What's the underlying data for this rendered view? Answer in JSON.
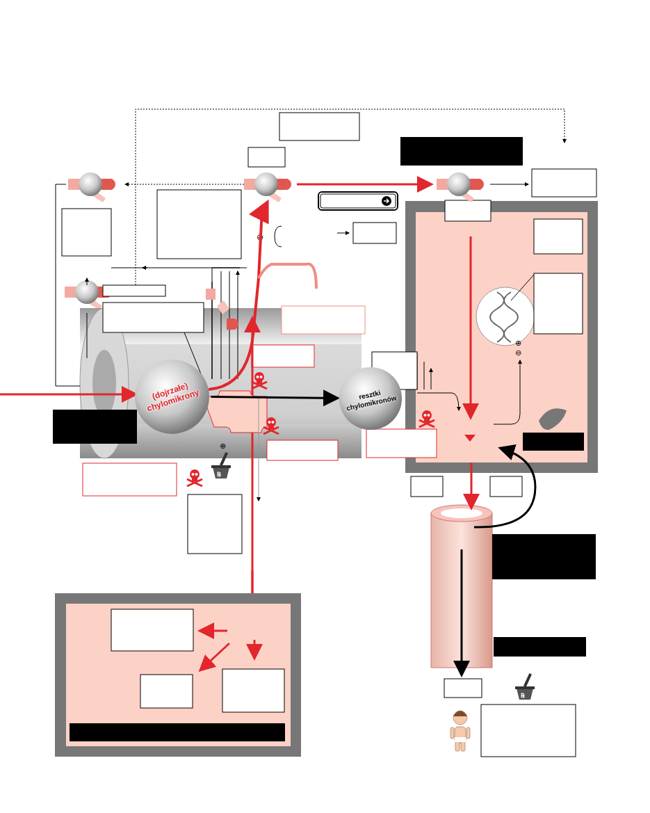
{
  "diagram": {
    "nodes": [
      {
        "text": [
          "(dojrzałe) chylomikrony"
        ]
      },
      {
        "text": [
          "resztki chylomikronów"
        ]
      }
    ],
    "edges": [
      {
        "from": 0,
        "to": 1,
        "arrow": "to"
      }
    ]
  }
}
